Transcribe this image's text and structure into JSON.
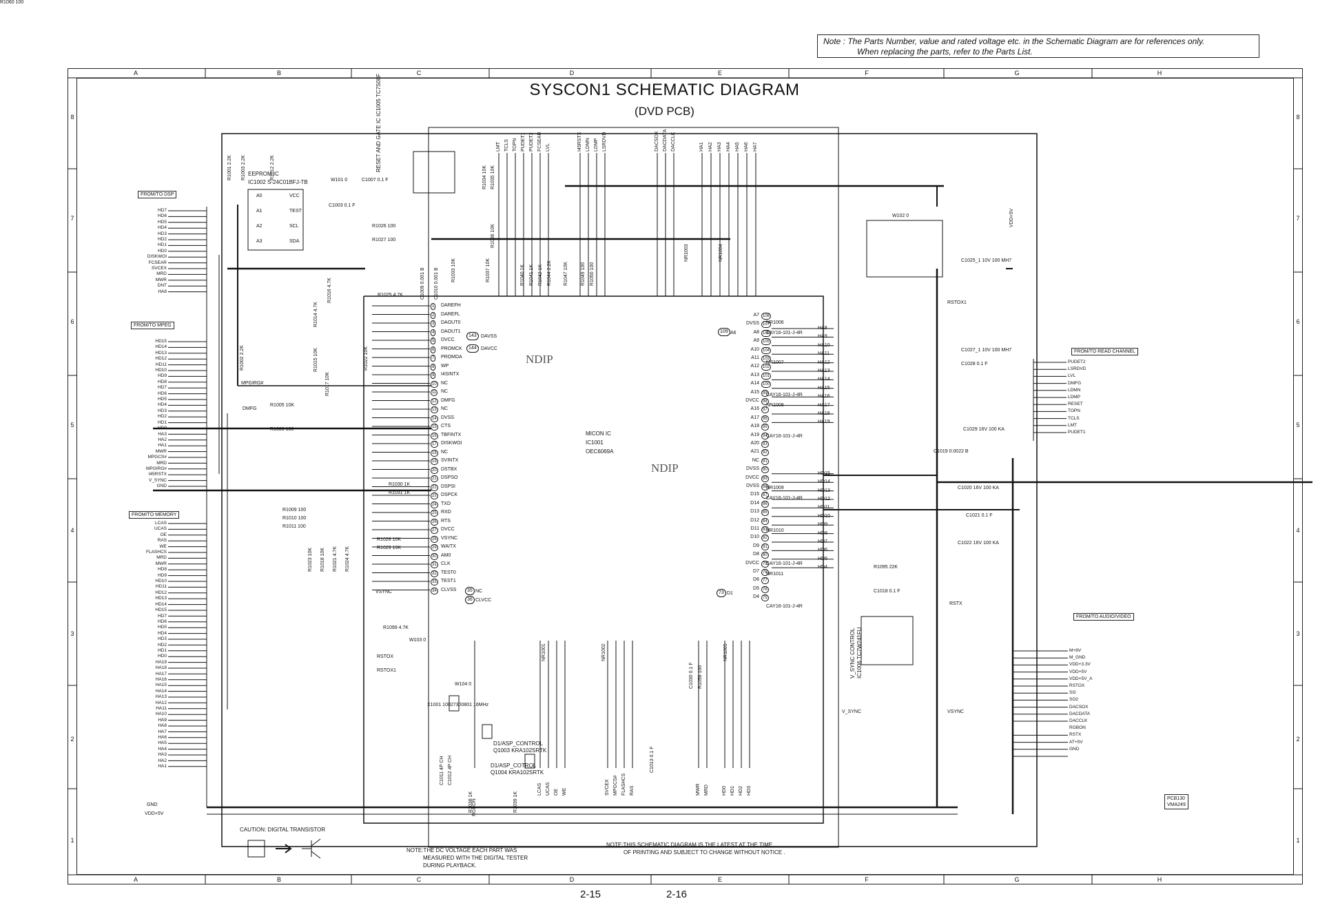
{
  "note": {
    "line1": "Note :   The Parts Number, value and rated voltage etc. in the Schematic Diagram are for references only.",
    "line2": "When replacing the parts, refer to the Parts List."
  },
  "title": "SYSCON1 SCHEMATIC DIAGRAM",
  "subtitle": "(DVD PCB)",
  "columns": [
    "A",
    "B",
    "C",
    "D",
    "E",
    "F",
    "G",
    "H"
  ],
  "rows": [
    "8",
    "7",
    "6",
    "5",
    "4",
    "3",
    "2",
    "1"
  ],
  "connectors": {
    "dsp": "FROM/TO DSP",
    "mpeg": "FROM/TO MPEG",
    "memory": "FROM/TO MEMORY",
    "read_channel": "FROM/TO READ CHANNEL",
    "audio_video": "FROM/TO AUDIO/VIDEO"
  },
  "dsp_signals": [
    "HD7",
    "HD6",
    "HD5",
    "HD4",
    "HD3",
    "HD2",
    "HD1",
    "HD0",
    "DISKWOI",
    "FCSEAR",
    "SVCEX",
    "MRD",
    "MWR",
    "DNT",
    "HA8"
  ],
  "mpeg_signals": [
    "HD15",
    "HD14",
    "HD13",
    "HD12",
    "HD11",
    "HD10",
    "HD9",
    "HD8",
    "HD7",
    "HD6",
    "HD5",
    "HD4",
    "HD3",
    "HD2",
    "HD1",
    "HD0",
    "HA3",
    "HA2",
    "HA1",
    "MWR",
    "MPGCS#",
    "MRD",
    "MPGIRG#",
    "I45RSTX",
    "V_SYNC",
    "GND"
  ],
  "memory_signals": [
    "LCAS",
    "UCAS",
    "OE",
    "RAS",
    "WE",
    "FLASHCS",
    "MRD",
    "MWR",
    "HD8",
    "HD9",
    "HD10",
    "HD11",
    "HD12",
    "HD13",
    "HD14",
    "HD15",
    "HD7",
    "HD6",
    "HD5",
    "HD4",
    "HD3",
    "HD2",
    "HD1",
    "HD0",
    "HA19",
    "HA18",
    "HA17",
    "HA16",
    "HA15",
    "HA14",
    "HA13",
    "HA12",
    "HA11",
    "HA10",
    "HA9",
    "HA8",
    "HA7",
    "HA6",
    "HA5",
    "HA4",
    "HA3",
    "HA2",
    "HA1"
  ],
  "read_signals": [
    "PUDET2",
    "LSRDVD",
    "LVL",
    "DMFG",
    "LDMN",
    "LDMP",
    "RESET",
    "TOPN",
    "TCLS",
    "LMT",
    "PUDET1"
  ],
  "av_signals": [
    "M+8V",
    "M_GND",
    "VDD+3.3V",
    "VDD+5V",
    "VDD+5V_A",
    "RSTOX",
    "SI2",
    "SO2",
    "DACSOX",
    "DACDATA",
    "DACCLK",
    "",
    "RGBON",
    "RSTX",
    "AT+5V",
    "GND"
  ],
  "ic": {
    "label1": "MICON IC",
    "label2": "IC1001",
    "label3": "OEC6069A",
    "watermark": "NDIP"
  },
  "eeprom": {
    "title": "EEPROM IC",
    "part": "IC1002   S-24C01BFJ-TB",
    "pins": [
      "A0",
      "A1",
      "A2",
      "A3",
      "VCC",
      "TEST",
      "SCL",
      "SDA"
    ]
  },
  "reset_ic": "RESET AND GATE IC  IC1005  TC7S08F",
  "left_pins": [
    "DAREFH",
    "DAREFL",
    "DAOUT0",
    "DAOUT1",
    "DVCC",
    "PROMCK",
    "PROMDA",
    "WP",
    "I4SINTX",
    "NC",
    "NC",
    "DMFG",
    "NC",
    "DVSS",
    "CTS",
    "TBFINTX",
    "DISKWOI",
    "NC",
    "SVINTX",
    "DSTBX",
    "DSPSO",
    "DSPSI",
    "DSPCK",
    "TXD",
    "RXD",
    "RTS",
    "DVCC",
    "VSYNC",
    "WAITX",
    "AM0",
    "CLK",
    "TEST0",
    "TEST1",
    "CLVSS"
  ],
  "right_pins": [
    "A7",
    "DVSS",
    "A8",
    "A9",
    "A10",
    "A11",
    "A12",
    "A13",
    "A14",
    "A15",
    "DVCC",
    "A16",
    "A17",
    "A18",
    "A19",
    "A20",
    "A21",
    "NC",
    "DVSS",
    "DVCC",
    "DVSS",
    "D15",
    "D14",
    "D13",
    "D12",
    "D11",
    "D10",
    "D9",
    "D8",
    "DVCC",
    "D7",
    "D6",
    "D5",
    "D4"
  ],
  "right_nets": [
    "HA8",
    "HA9",
    "HA10",
    "HA11",
    "HA12",
    "HA13",
    "HA14",
    "HA15",
    "HA16",
    "HA17",
    "HA18",
    "HA19",
    "HD15",
    "HD14",
    "HD13",
    "HD12",
    "HD11",
    "HD10",
    "HD9",
    "HD8",
    "HD7",
    "HD6",
    "HD5",
    "HD4"
  ],
  "top_nets": [
    "LMT",
    "TCLS",
    "TOPN",
    "PUDET1",
    "PUDET2",
    "FCSEAR",
    "LVL",
    "I45RSTX",
    "LDMN",
    "LDMP",
    "LSRDVD",
    "DACSOX",
    "DACDATA",
    "DACCLK",
    "HA1",
    "HA2",
    "HA3",
    "HA4",
    "HA5",
    "HA6",
    "HA7"
  ],
  "bottom_nets": [
    "LCAS",
    "UCAS",
    "OE",
    "WE",
    "SVCEX",
    "MPGCS#",
    "FLASHCS",
    "RAS",
    "MWR",
    "MRD",
    "HD0",
    "HD1",
    "HD2",
    "HD3",
    "RGBON"
  ],
  "resistor_networks": [
    "NR1006",
    "NR1007",
    "NR1008",
    "NR1009",
    "NR1010",
    "NR1011",
    "NR1003",
    "NR1004",
    "NR1001",
    "NR1002",
    "NR1005"
  ],
  "rnet_part": "CAY16-101-J-4R",
  "components": [
    "R1001 2.2K",
    "R1003 2.2K",
    "R1012 2.2K",
    "W101 0",
    "C1007 0.1 F",
    "C1003 0.1 F",
    "R1026 100",
    "R1027 100",
    "R1025 4.7K",
    "R1014 4.7K",
    "R1016 4.7K",
    "R1002 2.2K",
    "R1015 10K",
    "R1017 10K",
    "R1022 10K",
    "R1005 10K",
    "R1006 100",
    "R1030 1K",
    "R1031 1K",
    "R1009 100",
    "R1010 100",
    "R1011 100",
    "R1023 10K",
    "R1018 10K",
    "R1021 4.7K",
    "R1024 4.7K",
    "R1028 10K",
    "R1029 10K",
    "R1099 4.7K",
    "W103 0",
    "W104 0",
    "X1001 10027300801 16MHz",
    "R1034 10K",
    "R1035 10K",
    "R1036 10K",
    "C1009 0.001 B",
    "C1010 0.001 B",
    "R1033 10K",
    "R1037 10K",
    "R1040 1K",
    "R1041 1K",
    "R1042 1K",
    "R1044 2.2K",
    "R1047 10K",
    "R1049 100",
    "R1050 100",
    "W102 0",
    "C1025_1 10V 100 MH7",
    "C1027_1 10V 100 MH7",
    "C1028 0.1 F",
    "C1029 16V 100 KA",
    "C1019 0.0022 B",
    "C1020 16V 100 KA",
    "C1021 0.1 F",
    "C1022 16V 100 KA",
    "R1095 22K",
    "C1018 0.1 F",
    "C1011 4P CH",
    "C1012 4P CH",
    "C1013 0.1 F",
    "R1038 1K",
    "R1039 1K",
    "C1030 0.1 F",
    "R1058 100",
    "R1060 100"
  ],
  "transistors": {
    "q1": "D1/ASP_CONTROL  Q1003  KRA102SRTK",
    "q2": "D1/ASP_COTROL  Q1004  KRA102SRTK"
  },
  "vsync_ic": "V_SYNC CONTROL  IC1006  TC7W241FU",
  "misc": {
    "mpgirq": "MPGIRG#",
    "dmfg": "DMFG",
    "vsync": "VSYNC",
    "rstox": "RSTOX",
    "rstox1": "RSTOX1",
    "rstx": "RSTX",
    "vsync_net": "V_SYNC",
    "vsync_r": "VSYNC",
    "rstox1_r": "RSTOX1",
    "vdd": "VDD+5V",
    "gnd": "GND",
    "vdd5": "VDD+5V",
    "pcb": "PCB130\nVMA249",
    "davss": "DAVSS",
    "davcc": "DAVCC",
    "clvcc": "CLVCC",
    "nc": "NC",
    "a6": "A6",
    "d1": "D1",
    "n143": "143",
    "n144": "144",
    "n109": "109",
    "n35": "35",
    "n36": "36",
    "n73": "73"
  },
  "caution": "CAUTION: DIGITAL TRANSISTOR",
  "note_dc": [
    "NOTE:THE DC VOLTAGE EACH PART WAS",
    "MEASURED WITH THE DIGITAL TESTER",
    "DURING PLAYBACK."
  ],
  "note_latest": [
    "NOTE:THIS SCHEMATIC DIAGRAM IS THE LATEST AT THE TIME",
    "OF PRINTING AND SUBJECT TO CHANGE WITHOUT NOTICE ."
  ],
  "pages": [
    "2-15",
    "2-16"
  ]
}
